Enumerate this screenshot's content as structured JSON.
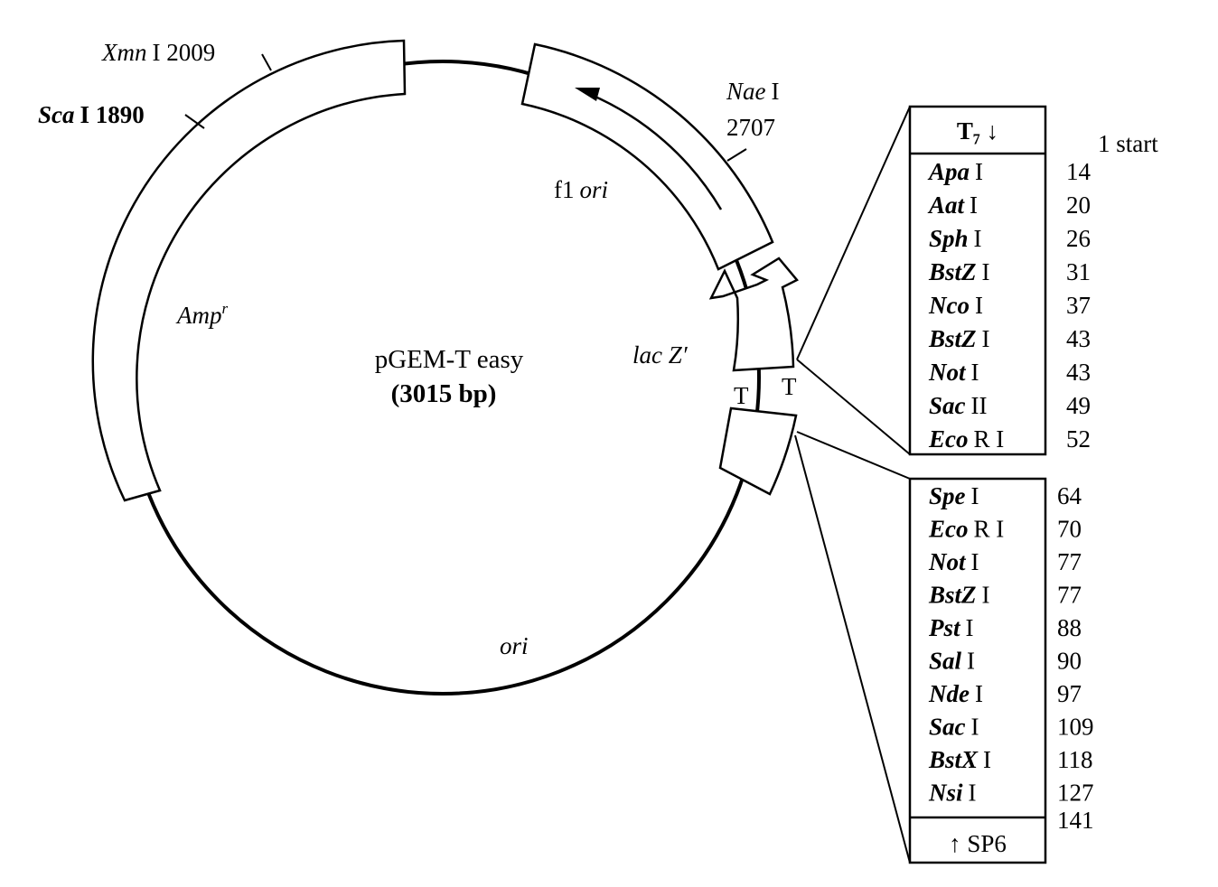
{
  "plasmid": {
    "name": "pGEM-T easy",
    "size": "(3015 bp)"
  },
  "sites": {
    "xmn": {
      "enzyme": "Xmn",
      "suffix": "I 2009"
    },
    "sca": {
      "enzyme": "Sca",
      "suffix": "I 1890"
    },
    "nae": {
      "enzyme": "Nae",
      "suffix": "I",
      "position": "2707"
    }
  },
  "features": {
    "f1ori_prefix": "f1",
    "f1ori_italic": "ori",
    "amp": "Amp",
    "amp_sup": "r",
    "lacz": "lac Z′",
    "ori": "ori",
    "t_left": "T",
    "t_right": "T"
  },
  "mcs_top": {
    "header": "T₇ ↓",
    "start_label": "1 start",
    "rows": [
      {
        "enzyme": "Apa",
        "suffix": "I",
        "pos": "14"
      },
      {
        "enzyme": "Aat",
        "suffix": "I",
        "pos": "20"
      },
      {
        "enzyme": "Sph",
        "suffix": "I",
        "pos": "26"
      },
      {
        "enzyme": "BstZ",
        "suffix": "I",
        "pos": "31"
      },
      {
        "enzyme": "Nco",
        "suffix": "I",
        "pos": "37"
      },
      {
        "enzyme": "BstZ",
        "suffix": "I",
        "pos": "43"
      },
      {
        "enzyme": "Not",
        "suffix": "I",
        "pos": "43"
      },
      {
        "enzyme": "Sac",
        "suffix": "II",
        "pos": "49"
      },
      {
        "enzyme": "Eco",
        "suffix": "R I",
        "pos": "52"
      }
    ]
  },
  "mcs_bottom": {
    "footer": "↑ SP6",
    "rows": [
      {
        "enzyme": "Spe",
        "suffix": "I",
        "pos": "64"
      },
      {
        "enzyme": "Eco",
        "suffix": "R I",
        "pos": "70"
      },
      {
        "enzyme": "Not",
        "suffix": "I",
        "pos": "77"
      },
      {
        "enzyme": "BstZ",
        "suffix": "I",
        "pos": "77"
      },
      {
        "enzyme": "Pst",
        "suffix": "I",
        "pos": "88"
      },
      {
        "enzyme": "Sal",
        "suffix": "I",
        "pos": "90"
      },
      {
        "enzyme": "Nde",
        "suffix": "I",
        "pos": "97"
      },
      {
        "enzyme": "Sac",
        "suffix": "I",
        "pos": "109"
      },
      {
        "enzyme": "BstX",
        "suffix": "I",
        "pos": "118"
      },
      {
        "enzyme": "Nsi",
        "suffix": "I",
        "pos": "127"
      }
    ],
    "last_pos": "141"
  }
}
